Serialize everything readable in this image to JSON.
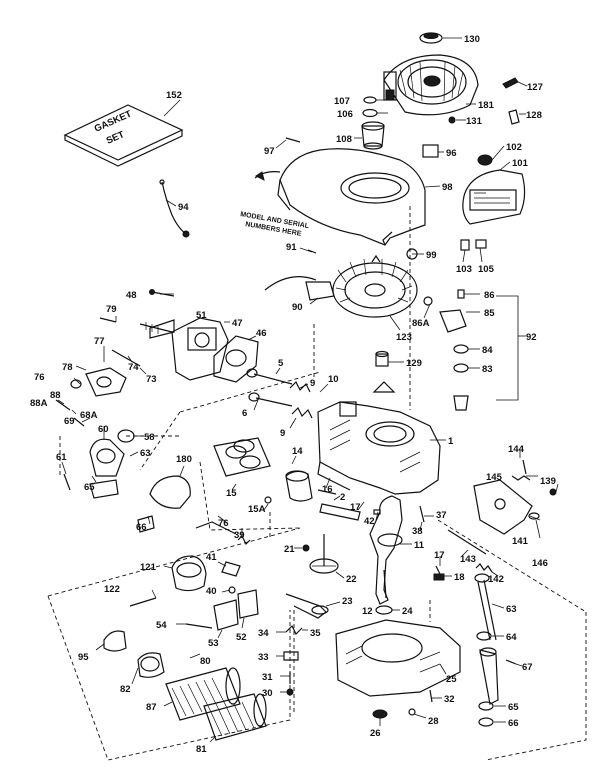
{
  "gasket_set": {
    "line1": "GASKET",
    "line2": "SET"
  },
  "shroud_note": {
    "line1": "MODEL AND SERIAL",
    "line2": "NUMBERS HERE"
  },
  "callouts": [
    {
      "id": "c130",
      "text": "130"
    },
    {
      "id": "c127",
      "text": "127"
    },
    {
      "id": "c107",
      "text": "107"
    },
    {
      "id": "c181",
      "text": "181"
    },
    {
      "id": "c128",
      "text": "128"
    },
    {
      "id": "c106",
      "text": "106"
    },
    {
      "id": "c131",
      "text": "131"
    },
    {
      "id": "c152",
      "text": "152"
    },
    {
      "id": "c108",
      "text": "108"
    },
    {
      "id": "c97",
      "text": "97"
    },
    {
      "id": "c98",
      "text": "98"
    },
    {
      "id": "c102",
      "text": "102"
    },
    {
      "id": "c101",
      "text": "101"
    },
    {
      "id": "c96",
      "text": "96"
    },
    {
      "id": "c94",
      "text": "94"
    },
    {
      "id": "c91",
      "text": "91"
    },
    {
      "id": "c99",
      "text": "99"
    },
    {
      "id": "c103",
      "text": "103"
    },
    {
      "id": "c105",
      "text": "105"
    },
    {
      "id": "c48",
      "text": "48"
    },
    {
      "id": "c90",
      "text": "90"
    },
    {
      "id": "c86a",
      "text": "86"
    },
    {
      "id": "c85a",
      "text": "85"
    },
    {
      "id": "c79",
      "text": "79"
    },
    {
      "id": "c51",
      "text": "51"
    },
    {
      "id": "c47",
      "text": "47"
    },
    {
      "id": "c46",
      "text": "46"
    },
    {
      "id": "c123",
      "text": "123"
    },
    {
      "id": "c86b",
      "text": "86A"
    },
    {
      "id": "c92",
      "text": "92"
    },
    {
      "id": "c77",
      "text": "77"
    },
    {
      "id": "c74",
      "text": "74"
    },
    {
      "id": "c73",
      "text": "73"
    },
    {
      "id": "c78",
      "text": "78"
    },
    {
      "id": "c5",
      "text": "5"
    },
    {
      "id": "c129",
      "text": "129"
    },
    {
      "id": "c84",
      "text": "84"
    },
    {
      "id": "c83",
      "text": "83"
    },
    {
      "id": "c76",
      "text": "76"
    },
    {
      "id": "c9a",
      "text": "9"
    },
    {
      "id": "c10",
      "text": "10"
    },
    {
      "id": "c88a",
      "text": "88A"
    },
    {
      "id": "c88",
      "text": "88"
    },
    {
      "id": "c69",
      "text": "69"
    },
    {
      "id": "c68a",
      "text": "68A"
    },
    {
      "id": "c6",
      "text": "6"
    },
    {
      "id": "c9b",
      "text": "9"
    },
    {
      "id": "c60",
      "text": "60"
    },
    {
      "id": "c58",
      "text": "58"
    },
    {
      "id": "c1",
      "text": "1"
    },
    {
      "id": "c144",
      "text": "144"
    },
    {
      "id": "c61",
      "text": "61"
    },
    {
      "id": "c63",
      "text": "63"
    },
    {
      "id": "c180",
      "text": "180"
    },
    {
      "id": "c14",
      "text": "14"
    },
    {
      "id": "c145",
      "text": "145"
    },
    {
      "id": "c139",
      "text": "139"
    },
    {
      "id": "c65",
      "text": "65"
    },
    {
      "id": "c15",
      "text": "15"
    },
    {
      "id": "c16",
      "text": "16"
    },
    {
      "id": "c15a",
      "text": "15A"
    },
    {
      "id": "c2",
      "text": "2"
    },
    {
      "id": "c17a",
      "text": "17"
    },
    {
      "id": "c37",
      "text": "37"
    },
    {
      "id": "c141",
      "text": "141"
    },
    {
      "id": "c42",
      "text": "42"
    },
    {
      "id": "c66",
      "text": "66"
    },
    {
      "id": "c76b",
      "text": "76"
    },
    {
      "id": "c38",
      "text": "38"
    },
    {
      "id": "c146",
      "text": "146"
    },
    {
      "id": "c39",
      "text": "39"
    },
    {
      "id": "c11",
      "text": "11"
    },
    {
      "id": "c21",
      "text": "21"
    },
    {
      "id": "c41",
      "text": "41"
    },
    {
      "id": "c121",
      "text": "121"
    },
    {
      "id": "c143",
      "text": "143"
    },
    {
      "id": "c17b",
      "text": "17"
    },
    {
      "id": "c18",
      "text": "18"
    },
    {
      "id": "c142",
      "text": "142"
    },
    {
      "id": "c40",
      "text": "40"
    },
    {
      "id": "c22",
      "text": "22"
    },
    {
      "id": "c122",
      "text": "122"
    },
    {
      "id": "c23",
      "text": "23"
    },
    {
      "id": "c12",
      "text": "12"
    },
    {
      "id": "c24",
      "text": "24"
    },
    {
      "id": "c63b",
      "text": "63"
    },
    {
      "id": "c54",
      "text": "54"
    },
    {
      "id": "c53",
      "text": "53"
    },
    {
      "id": "c52",
      "text": "52"
    },
    {
      "id": "c34",
      "text": "34"
    },
    {
      "id": "c35",
      "text": "35"
    },
    {
      "id": "c64",
      "text": "64"
    },
    {
      "id": "c95",
      "text": "95"
    },
    {
      "id": "c80",
      "text": "80"
    },
    {
      "id": "c33",
      "text": "33"
    },
    {
      "id": "c25",
      "text": "25"
    },
    {
      "id": "c67",
      "text": "67"
    },
    {
      "id": "c82",
      "text": "82"
    },
    {
      "id": "c31",
      "text": "31"
    },
    {
      "id": "c32",
      "text": "32"
    },
    {
      "id": "c87",
      "text": "87"
    },
    {
      "id": "c30",
      "text": "30"
    },
    {
      "id": "c65b",
      "text": "65"
    },
    {
      "id": "c26",
      "text": "26"
    },
    {
      "id": "c28",
      "text": "28"
    },
    {
      "id": "c66b",
      "text": "66"
    },
    {
      "id": "c81",
      "text": "81"
    }
  ]
}
